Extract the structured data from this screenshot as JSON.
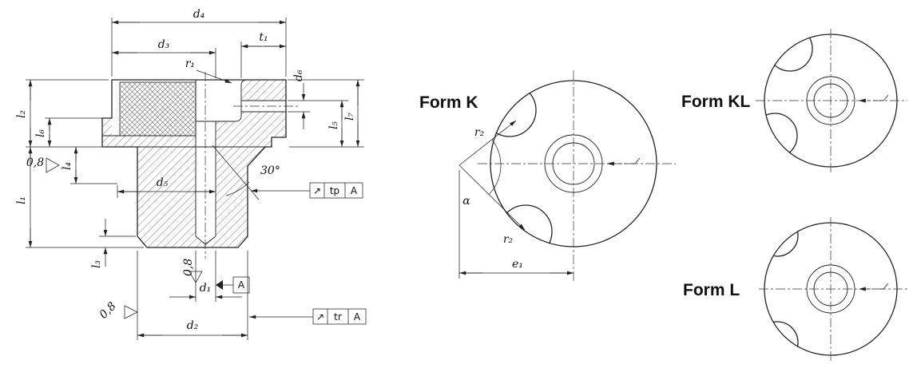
{
  "labels": {
    "d1": "d₁",
    "d2": "d₂",
    "d3": "d₃",
    "d4": "d₄",
    "d5": "d₅",
    "d6": "d₆",
    "t1": "t₁",
    "r1": "r₁",
    "r2": "r₂",
    "l1": "l₁",
    "l2": "l₂",
    "l3": "l₃",
    "l4": "l₄",
    "l5": "l₅",
    "l6": "l₆",
    "l7": "l₇",
    "e1": "e₁",
    "alpha": "α",
    "angle_30": "30°",
    "roughness": "0,8",
    "datum_a": "A",
    "runout_symbol": "↗",
    "tol_tp": "tp",
    "tol_tr": "tr"
  },
  "forms": {
    "k": "Form K",
    "kl": "Form KL",
    "l": "Form L"
  }
}
